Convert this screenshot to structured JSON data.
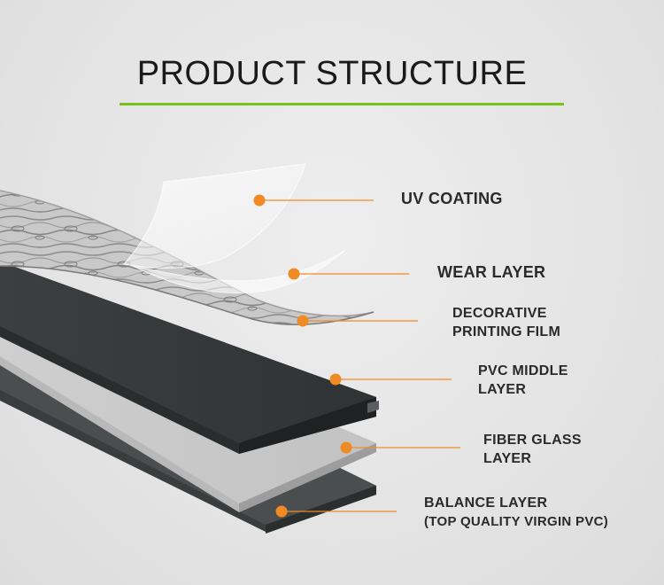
{
  "title": "PRODUCT STRUCTURE",
  "colors": {
    "accent_line": "#79c11c",
    "callout": "#f08a24",
    "text": "#2a2a2a"
  },
  "layers": [
    {
      "id": "uv",
      "lines": [
        "UV COATING"
      ]
    },
    {
      "id": "wear",
      "lines": [
        "WEAR LAYER"
      ]
    },
    {
      "id": "film",
      "lines": [
        "DECORATIVE",
        "PRINTING FILM"
      ]
    },
    {
      "id": "pvc",
      "lines": [
        "PVC MIDDLE",
        "LAYER"
      ]
    },
    {
      "id": "fiber",
      "lines": [
        "FIBER GLASS",
        "LAYER"
      ]
    },
    {
      "id": "balance",
      "lines": [
        "BALANCE LAYER",
        "(TOP QUALITY VIRGIN PVC)"
      ]
    }
  ]
}
